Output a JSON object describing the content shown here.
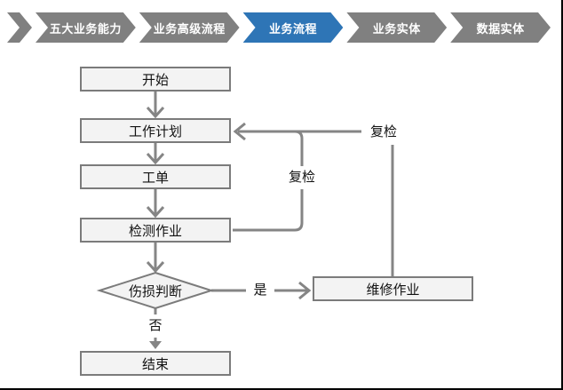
{
  "nav": {
    "tabs": [
      {
        "label": "五大业务能力",
        "active": false
      },
      {
        "label": "业务高级流程",
        "active": false
      },
      {
        "label": "业务流程",
        "active": true
      },
      {
        "label": "业务实体",
        "active": false
      },
      {
        "label": "数据实体",
        "active": false
      }
    ],
    "colors": {
      "active": "#2E75B6",
      "inactive": "#808080",
      "text": "#FFFFFF"
    }
  },
  "flowchart": {
    "nodes": {
      "start": {
        "label": "开始",
        "shape": "rect"
      },
      "work_plan": {
        "label": "工作计划",
        "shape": "rect"
      },
      "work_order": {
        "label": "工单",
        "shape": "rect"
      },
      "inspection": {
        "label": "检测作业",
        "shape": "rect"
      },
      "damage_check": {
        "label": "伤损判断",
        "shape": "diamond"
      },
      "repair": {
        "label": "维修作业",
        "shape": "rect"
      },
      "end": {
        "label": "结束",
        "shape": "rect"
      }
    },
    "edge_labels": {
      "yes": "是",
      "no": "否",
      "recheck_inspection": "复检",
      "recheck_repair": "复检"
    },
    "colors": {
      "node_fill": "#F3F3F3",
      "node_border": "#7B7B7B",
      "connector": "#858585",
      "text": "#111111"
    }
  }
}
